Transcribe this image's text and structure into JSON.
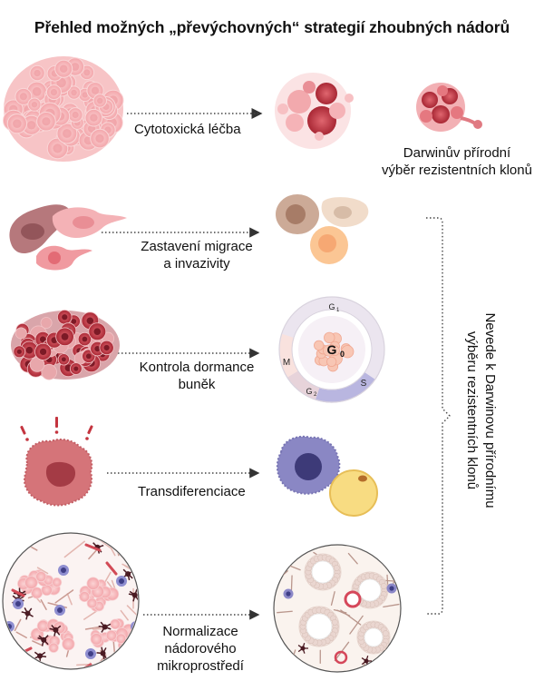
{
  "title": "Přehled možných „převýchovných“ strategií zhoubných nádorů",
  "strategies": [
    {
      "lines": [
        "Cytotoxická léčba"
      ]
    },
    {
      "lines": [
        "Zastavení migrace",
        "a invazivity"
      ]
    },
    {
      "lines": [
        "Kontrola dormance",
        "buněk"
      ]
    },
    {
      "lines": [
        "Transdiferenciace"
      ]
    },
    {
      "lines": [
        "Normalizace",
        "nádorového",
        "mikroprostředí"
      ]
    }
  ],
  "darwin_label": [
    "Darwinův přírodní",
    "výběr rezistentních klonů"
  ],
  "right_label": [
    "Nevede k Darwinovu přírodnímu",
    "výběru rezistentních klonů"
  ],
  "cell_cycle": {
    "center": "G0",
    "phases": [
      "G1",
      "S",
      "G2",
      "M"
    ]
  },
  "colors": {
    "tumor_pink": "#f6b6b9",
    "tumor_red": "#c43a46",
    "arrow": "#333333",
    "cycle_purple": "#b9b6e0"
  }
}
